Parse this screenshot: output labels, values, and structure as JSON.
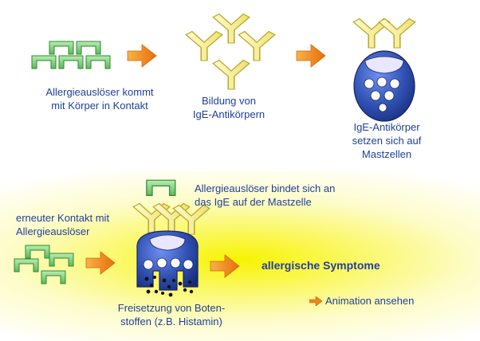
{
  "steps": {
    "contact": "Allergieauslöser kommt\nmit Körper in Kontakt",
    "formation": "Bildung von\nIgE-Antikörpern",
    "attach": "IgE-Antikörper\nsetzen sich auf\nMastzellen",
    "binding": "Allergieauslöser bindet sich an\ndas IgE auf der Mastzelle",
    "recontact": "erneuter Kontakt mit\nAllergieauslöser",
    "release": "Freisetzung von Boten-\nstoffen (z.B. Histamin)",
    "symptoms": "allergische Symptome"
  },
  "animation_link": "Animation ansehen",
  "icons": [
    "allergen-icon",
    "arrow-icon",
    "antibody-icon",
    "mast-cell-icon"
  ],
  "colors": {
    "text": "#1f3f9e",
    "allergen_fill": "#7fc97f",
    "allergen_stroke": "#2e8a2e",
    "antibody_fill": "#fbf29a",
    "antibody_stroke": "#b8a92a",
    "cell_fill": "#2f4fb0",
    "arrow": "#f08a14",
    "highlight": "#f7f300"
  }
}
